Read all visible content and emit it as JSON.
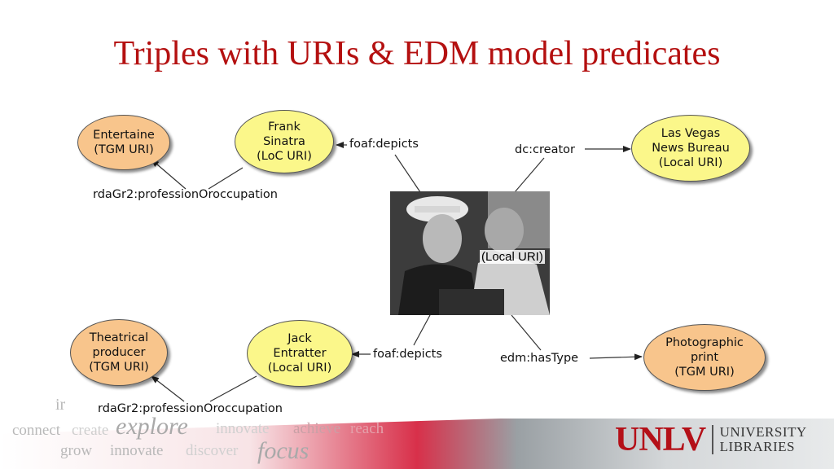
{
  "slide": {
    "title": "Triples with URIs & EDM model predicates"
  },
  "nodes": {
    "entertaine": [
      "Entertaine",
      "(TGM URI)"
    ],
    "frank_sinatra": [
      "Frank",
      "Sinatra",
      "(LoC URI)"
    ],
    "las_vegas": [
      "Las Vegas",
      "News Bureau",
      "(Local URI)"
    ],
    "theatrical": [
      "Theatrical",
      "producer",
      "(TGM URI)"
    ],
    "jack_entratter": [
      "Jack",
      "Entratter",
      "(Local URI)"
    ],
    "photographic_print": [
      "Photographic",
      "print",
      "(TGM URI)"
    ]
  },
  "photo": {
    "caption": "(Local URI)"
  },
  "predicates": {
    "foaf_depicts_top": "foaf:depicts",
    "dc_creator": "dc:creator",
    "profession_top": "rdaGr2:professionOroccupation",
    "foaf_depicts_bottom": "foaf:depicts",
    "edm_has_type": "edm:hasType",
    "profession_bottom": "rdaGr2:professionOroccupation"
  },
  "footer": {
    "watermark_words": [
      "connect",
      "create",
      "explore",
      "innovate",
      "achieve",
      "reach",
      "grow",
      "innovate",
      "discover",
      "focus",
      "ir"
    ],
    "logo_main": "UNLV",
    "logo_line1": "UNIVERSITY",
    "logo_line2": "LIBRARIES"
  },
  "colors": {
    "title": "#b41010",
    "orange_node": "#f8c58c",
    "yellow_node": "#fbf78a",
    "logo_red": "#b41018"
  }
}
